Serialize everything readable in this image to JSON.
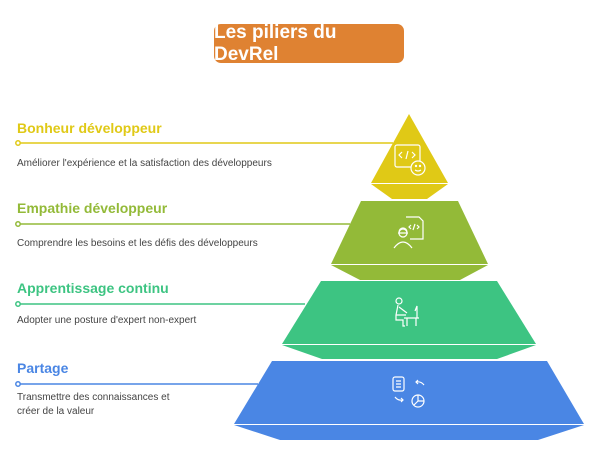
{
  "title": "Les piliers du DevRel",
  "levels": [
    {
      "title": "Bonheur développeur",
      "description": "Améliorer l'expérience et la satisfaction des développeurs",
      "color": "#E0C916",
      "icon": "code-smiley-icon"
    },
    {
      "title": "Empathie développeur",
      "description": "Comprendre les besoins et les défis des développeurs",
      "color": "#93BA38",
      "icon": "developer-code-icon"
    },
    {
      "title": "Apprentissage continu",
      "description": "Adopter une posture d'expert non-expert",
      "color": "#3DC482",
      "icon": "person-at-desk-icon"
    },
    {
      "title": "Partage",
      "description": "Transmettre des connaissances et créer de la valeur",
      "color": "#4A86E4",
      "icon": "document-exchange-icon"
    }
  ]
}
